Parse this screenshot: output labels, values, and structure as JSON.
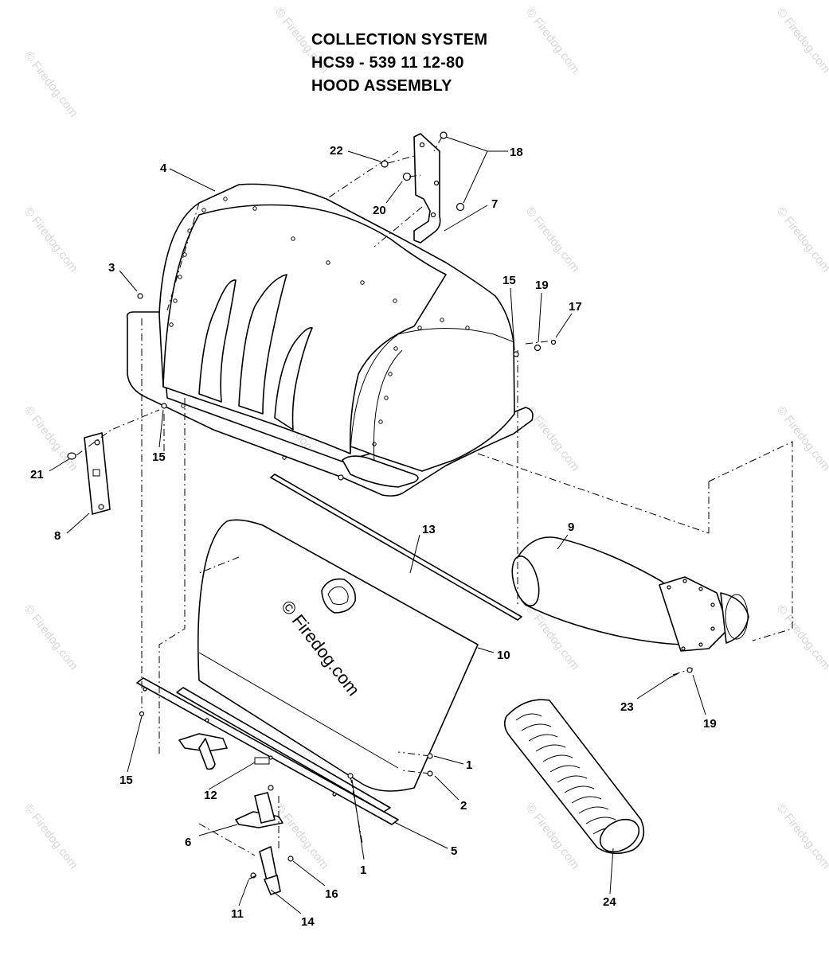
{
  "title": {
    "line1": "COLLECTION SYSTEM",
    "line2": "HCS9 - 539 11 12-80",
    "line3": "HOOD ASSEMBLY"
  },
  "watermark": {
    "center_text": "© Firedog.com",
    "repeat_text": "© Firedog.com"
  },
  "callouts": [
    "1",
    "2",
    "3",
    "4",
    "5",
    "6",
    "7",
    "8",
    "9",
    "10",
    "11",
    "12",
    "13",
    "14",
    "15",
    "16",
    "17",
    "18",
    "19",
    "20",
    "21",
    "22",
    "23",
    "24"
  ],
  "labels": {
    "c4": "4",
    "c22": "22",
    "c20": "20",
    "c18": "18",
    "c7": "7",
    "c3": "3",
    "c15a": "15",
    "c19a": "19",
    "c17": "17",
    "c21": "21",
    "c15b": "15",
    "c8": "8",
    "c13": "13",
    "c9": "9",
    "c10": "10",
    "c23": "23",
    "c19b": "19",
    "c15c": "15",
    "c1a": "1",
    "c12": "12",
    "c2": "2",
    "c6": "6",
    "c5": "5",
    "c1b": "1",
    "c16": "16",
    "c11": "11",
    "c14": "14",
    "c24": "24"
  }
}
